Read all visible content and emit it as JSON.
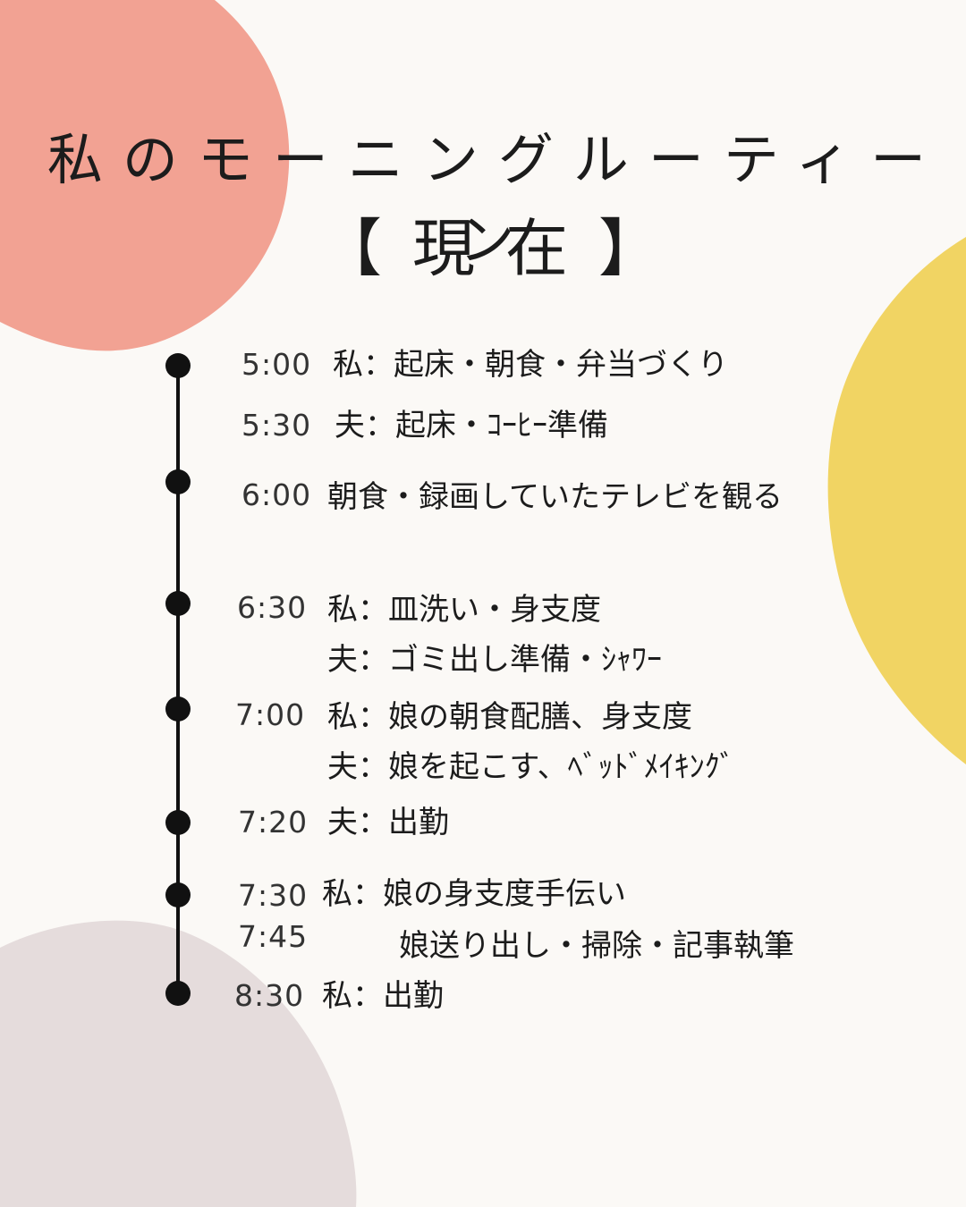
{
  "title": "私のモーニングルーティーン",
  "subtitle": "【現在】",
  "colors": {
    "background": "#fbf9f6",
    "coral": "#f2a293",
    "yellow": "#f1d463",
    "mauve": "#e5dcdc",
    "line": "#111111"
  },
  "schedule": {
    "r1": {
      "time": "5:00",
      "text": "私：起床・朝食・弁当づくり"
    },
    "r2": {
      "time": "5:30",
      "text": "夫：起床・ｺｰﾋｰ準備"
    },
    "r3": {
      "time": "6:00",
      "text": "朝食・録画していたテレビを観る"
    },
    "r4": {
      "time": "6:30",
      "text": "私：皿洗い・身支度"
    },
    "r5": {
      "text": "夫：ゴミ出し準備・ｼｬﾜｰ"
    },
    "r6": {
      "time": "7:00",
      "text": "私：娘の朝食配膳、身支度"
    },
    "r7": {
      "text": "夫：娘を起こす、ﾍﾞｯﾄﾞﾒｲｷﾝｸﾞ"
    },
    "r8": {
      "time": "7:20",
      "text": "夫：出勤"
    },
    "r9": {
      "time": "7:30",
      "text": "私：娘の身支度手伝い"
    },
    "r10": {
      "time": "7:45",
      "text": "娘送り出し・掃除・記事執筆"
    },
    "r11": {
      "time": "8:30",
      "text": "私：出勤"
    }
  }
}
